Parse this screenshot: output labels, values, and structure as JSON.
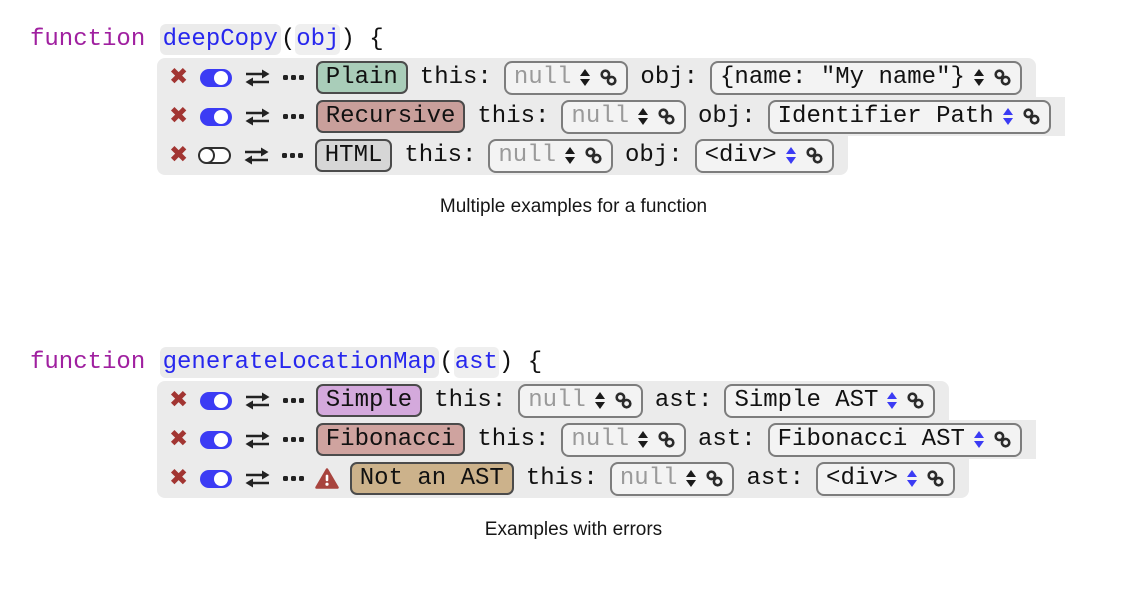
{
  "palette": {
    "toggle_blue": "#3b3bf4",
    "delete_red": "#a23532",
    "warning_red": "#a8443e",
    "keyword_purple": "#a020a0",
    "identifier_blue": "#2727ee",
    "row_background": "#ebebeb",
    "stepper_black": "#1a1a1a",
    "stepper_blue": "#3b3bf4"
  },
  "sections": [
    {
      "code": {
        "keyword": "function",
        "name": "deepCopy",
        "open": "(",
        "param": "obj",
        "close": ") {"
      },
      "caption": "Multiple examples for a function",
      "rows": [
        {
          "enabled": true,
          "warning": false,
          "label": "Plain",
          "label_bg": "#a9cdb9",
          "fields": [
            {
              "label": "this:",
              "value": "null",
              "muted": true,
              "stepper": "#1a1a1a"
            },
            {
              "label": "obj:",
              "value": "{name: \"My name\"}",
              "muted": false,
              "stepper": "#1a1a1a"
            }
          ]
        },
        {
          "enabled": true,
          "warning": false,
          "label": "Recursive",
          "label_bg": "#c99f9b",
          "fields": [
            {
              "label": "this:",
              "value": "null",
              "muted": true,
              "stepper": "#1a1a1a"
            },
            {
              "label": "obj:",
              "value": "Identifier Path",
              "muted": false,
              "stepper": "#3b3bf4"
            }
          ]
        },
        {
          "enabled": false,
          "warning": false,
          "label": "HTML",
          "label_bg": "#d6d6d6",
          "fields": [
            {
              "label": "this:",
              "value": "null",
              "muted": true,
              "stepper": "#1a1a1a"
            },
            {
              "label": "obj:",
              "value": "<div>",
              "muted": false,
              "stepper": "#3b3bf4"
            }
          ]
        }
      ]
    },
    {
      "code": {
        "keyword": "function",
        "name": "generateLocationMap",
        "open": "(",
        "param": "ast",
        "close": ") {"
      },
      "caption": "Examples with errors",
      "rows": [
        {
          "enabled": true,
          "warning": false,
          "label": "Simple",
          "label_bg": "#d4a9dc",
          "fields": [
            {
              "label": "this:",
              "value": "null",
              "muted": true,
              "stepper": "#1a1a1a"
            },
            {
              "label": "ast:",
              "value": "Simple AST",
              "muted": false,
              "stepper": "#3b3bf4"
            }
          ]
        },
        {
          "enabled": true,
          "warning": false,
          "label": "Fibonacci",
          "label_bg": "#cfa39f",
          "fields": [
            {
              "label": "this:",
              "value": "null",
              "muted": true,
              "stepper": "#1a1a1a"
            },
            {
              "label": "ast:",
              "value": "Fibonacci AST",
              "muted": false,
              "stepper": "#3b3bf4"
            }
          ]
        },
        {
          "enabled": true,
          "warning": true,
          "label": "Not an AST",
          "label_bg": "#ccb28b",
          "fields": [
            {
              "label": "this:",
              "value": "null",
              "muted": true,
              "stepper": "#1a1a1a"
            },
            {
              "label": "ast:",
              "value": "<div>",
              "muted": false,
              "stepper": "#3b3bf4"
            }
          ]
        }
      ]
    }
  ]
}
